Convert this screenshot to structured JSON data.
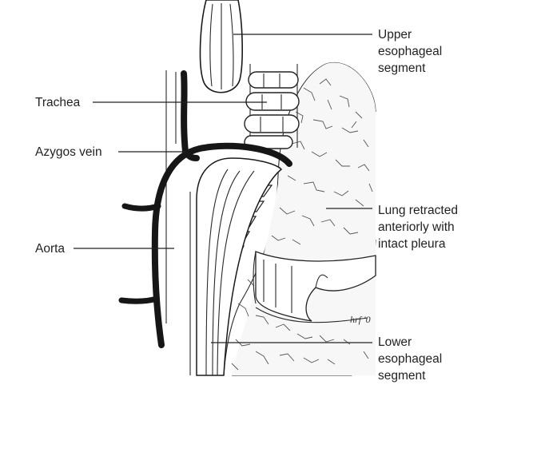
{
  "figure": {
    "labels": {
      "upper_esophagus": [
        "Upper",
        "esophageal",
        "segment"
      ],
      "trachea": "Trachea",
      "azygos_vein": "Azygos vein",
      "aorta": "Aorta",
      "lung": [
        "Lung retracted",
        "anteriorly with",
        "intact pleura"
      ],
      "lower_esophagus": [
        "Lower",
        "esophageal",
        "segment"
      ]
    },
    "signature": "hrf '0"
  }
}
